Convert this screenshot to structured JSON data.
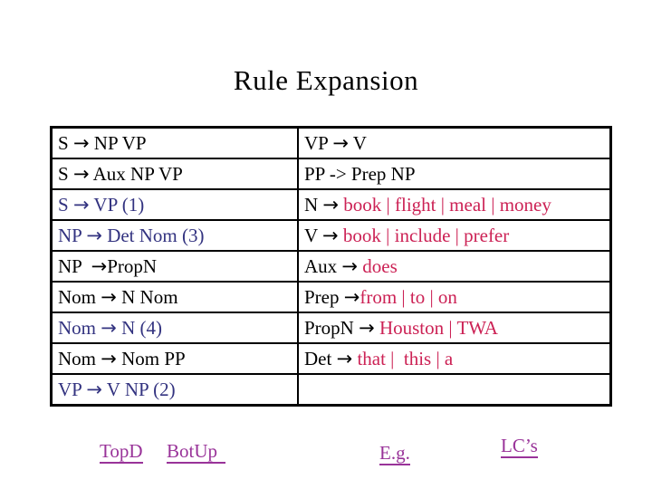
{
  "title": "Rule Expansion",
  "colors": {
    "background": "#FFFFFF",
    "border": "#000000",
    "black": "#000000",
    "navy": "#333380",
    "magenta": "#CC2255",
    "link": "#993399"
  },
  "table": {
    "rows": [
      {
        "left": [
          {
            "text": "S ",
            "color": "black"
          },
          {
            "text": "→",
            "color": "black",
            "arrow": true
          },
          {
            "text": " NP VP",
            "color": "black"
          }
        ],
        "right": [
          {
            "text": "VP ",
            "color": "black"
          },
          {
            "text": "→",
            "color": "black",
            "arrow": true
          },
          {
            "text": " V",
            "color": "black"
          }
        ]
      },
      {
        "left": [
          {
            "text": "S ",
            "color": "black"
          },
          {
            "text": "→",
            "color": "black",
            "arrow": true
          },
          {
            "text": " Aux NP VP",
            "color": "black"
          }
        ],
        "right": [
          {
            "text": "PP -> Prep NP",
            "color": "black"
          }
        ]
      },
      {
        "left": [
          {
            "text": "S ",
            "color": "navy"
          },
          {
            "text": "→",
            "color": "navy",
            "arrow": true
          },
          {
            "text": " VP (1)",
            "color": "navy"
          }
        ],
        "right": [
          {
            "text": "N ",
            "color": "black"
          },
          {
            "text": "→",
            "color": "black",
            "arrow": true
          },
          {
            "text": " ",
            "color": "black"
          },
          {
            "text": "book | flight | meal | money",
            "color": "magenta"
          }
        ]
      },
      {
        "left": [
          {
            "text": "NP ",
            "color": "navy"
          },
          {
            "text": "→",
            "color": "navy",
            "arrow": true
          },
          {
            "text": " Det Nom (3)",
            "color": "navy"
          }
        ],
        "right": [
          {
            "text": "V ",
            "color": "black"
          },
          {
            "text": "→",
            "color": "black",
            "arrow": true
          },
          {
            "text": " ",
            "color": "black"
          },
          {
            "text": "book | include | prefer",
            "color": "magenta"
          }
        ]
      },
      {
        "left": [
          {
            "text": "NP  ",
            "color": "black"
          },
          {
            "text": "→",
            "color": "black",
            "arrow": true
          },
          {
            "text": "PropN",
            "color": "black"
          }
        ],
        "right": [
          {
            "text": "Aux ",
            "color": "black"
          },
          {
            "text": "→",
            "color": "black",
            "arrow": true
          },
          {
            "text": " ",
            "color": "black"
          },
          {
            "text": "does",
            "color": "magenta"
          }
        ]
      },
      {
        "left": [
          {
            "text": "Nom ",
            "color": "black"
          },
          {
            "text": "→",
            "color": "black",
            "arrow": true
          },
          {
            "text": " N Nom",
            "color": "black"
          }
        ],
        "right": [
          {
            "text": "Prep ",
            "color": "black"
          },
          {
            "text": "→",
            "color": "black",
            "arrow": true
          },
          {
            "text": "from | to | on",
            "color": "magenta"
          }
        ]
      },
      {
        "left": [
          {
            "text": "Nom ",
            "color": "navy"
          },
          {
            "text": "→",
            "color": "navy",
            "arrow": true
          },
          {
            "text": " N (4)",
            "color": "navy"
          }
        ],
        "right": [
          {
            "text": "PropN ",
            "color": "black"
          },
          {
            "text": "→",
            "color": "black",
            "arrow": true
          },
          {
            "text": " ",
            "color": "black"
          },
          {
            "text": "Houston | TWA",
            "color": "magenta"
          }
        ]
      },
      {
        "left": [
          {
            "text": "Nom ",
            "color": "black"
          },
          {
            "text": "→",
            "color": "black",
            "arrow": true
          },
          {
            "text": " Nom PP",
            "color": "black"
          }
        ],
        "right": [
          {
            "text": "Det ",
            "color": "black"
          },
          {
            "text": "→",
            "color": "black",
            "arrow": true
          },
          {
            "text": " ",
            "color": "black"
          },
          {
            "text": "that |  this | a",
            "color": "magenta"
          }
        ]
      },
      {
        "left": [
          {
            "text": "VP ",
            "color": "navy"
          },
          {
            "text": "→",
            "color": "navy",
            "arrow": true
          },
          {
            "text": " V NP (2)",
            "color": "navy"
          }
        ],
        "right": []
      }
    ]
  },
  "footer": {
    "links": [
      {
        "label": "TopD"
      },
      {
        "label": "BotUp"
      },
      {
        "label": "E.g."
      },
      {
        "label": "LC’s"
      }
    ]
  }
}
